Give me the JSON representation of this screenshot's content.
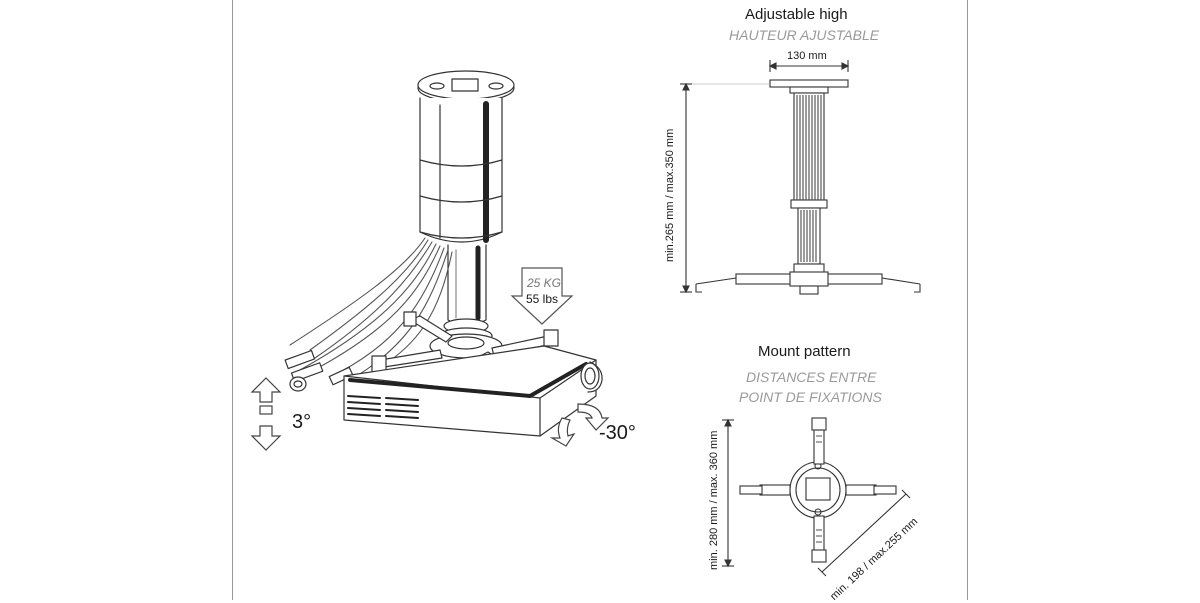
{
  "figure": {
    "height_diagram": {
      "title": "Adjustable high",
      "subtitle": "HAUTEUR AJUSTABLE",
      "width_dimension": "130 mm",
      "height_dimension": "min.265 mm / max.350 mm"
    },
    "mount_pattern": {
      "title": "Mount pattern",
      "subtitle_line1": "DISTANCES ENTRE",
      "subtitle_line2": "POINT DE FIXATIONS",
      "vertical_dimension": "min. 280 mm / max. 360 mm",
      "diagonal_dimension": "min. 198 / max.255 mm"
    },
    "isometric_view": {
      "load_kg": "25 KG",
      "load_lbs": "55 lbs",
      "tilt_label": "3°",
      "swivel_label": "-30°"
    }
  }
}
